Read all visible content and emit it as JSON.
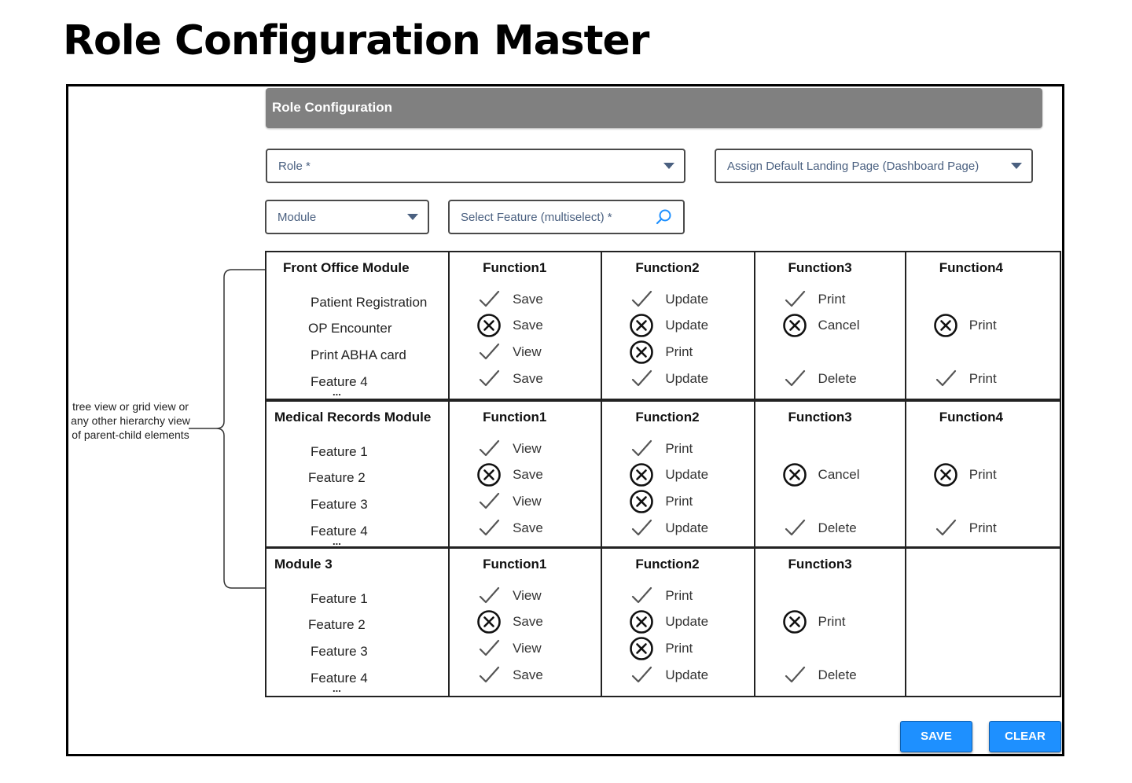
{
  "page_title": "Role Configuration Master",
  "header": {
    "title": "Role Configuration"
  },
  "form": {
    "role_placeholder": "Role *",
    "landing_page_placeholder": "Assign Default Landing Page (Dashboard Page)",
    "module_placeholder": "Module",
    "feature_placeholder": "Select Feature (multiselect) *"
  },
  "note": "tree view or grid view or any other hierarchy view of parent-child elements",
  "modules": [
    {
      "name": "Front Office Module",
      "features": [
        "Patient Registration",
        "OP Encounter",
        "Print ABHA card",
        "Feature 4"
      ],
      "more": "...",
      "functions": [
        {
          "header": "Function1",
          "cells": [
            {
              "icon": "check-icon",
              "label": "Save"
            },
            {
              "icon": "cross-circle-icon",
              "label": "Save"
            },
            {
              "icon": "check-icon",
              "label": "View"
            },
            {
              "icon": "check-icon",
              "label": "Save"
            }
          ]
        },
        {
          "header": "Function2",
          "cells": [
            {
              "icon": "check-icon",
              "label": "Update"
            },
            {
              "icon": "cross-circle-icon",
              "label": "Update"
            },
            {
              "icon": "cross-circle-icon",
              "label": "Print"
            },
            {
              "icon": "check-icon",
              "label": "Update"
            }
          ]
        },
        {
          "header": "Function3",
          "cells": [
            {
              "icon": "check-icon",
              "label": "Print"
            },
            {
              "icon": "cross-circle-icon",
              "label": "Cancel"
            },
            null,
            {
              "icon": "check-icon",
              "label": "Delete"
            }
          ]
        },
        {
          "header": "Function4",
          "cells": [
            null,
            {
              "icon": "cross-circle-icon",
              "label": "Print"
            },
            null,
            {
              "icon": "check-icon",
              "label": "Print"
            }
          ]
        }
      ]
    },
    {
      "name": "Medical Records Module",
      "features": [
        "Feature 1",
        "Feature 2",
        "Feature 3",
        "Feature 4"
      ],
      "more": "...",
      "functions": [
        {
          "header": "Function1",
          "cells": [
            {
              "icon": "check-icon",
              "label": "View"
            },
            {
              "icon": "cross-circle-icon",
              "label": "Save"
            },
            {
              "icon": "check-icon",
              "label": "View"
            },
            {
              "icon": "check-icon",
              "label": "Save"
            }
          ]
        },
        {
          "header": "Function2",
          "cells": [
            {
              "icon": "check-icon",
              "label": "Print"
            },
            {
              "icon": "cross-circle-icon",
              "label": "Update"
            },
            {
              "icon": "cross-circle-icon",
              "label": "Print"
            },
            {
              "icon": "check-icon",
              "label": "Update"
            }
          ]
        },
        {
          "header": "Function3",
          "cells": [
            null,
            {
              "icon": "cross-circle-icon",
              "label": "Cancel"
            },
            null,
            {
              "icon": "check-icon",
              "label": "Delete"
            }
          ]
        },
        {
          "header": "Function4",
          "cells": [
            null,
            {
              "icon": "cross-circle-icon",
              "label": "Print"
            },
            null,
            {
              "icon": "check-icon",
              "label": "Print"
            }
          ]
        }
      ]
    },
    {
      "name": "Module 3",
      "features": [
        "Feature 1",
        "Feature 2",
        "Feature 3",
        "Feature 4"
      ],
      "more": "...",
      "functions": [
        {
          "header": "Function1",
          "cells": [
            {
              "icon": "check-icon",
              "label": "View"
            },
            {
              "icon": "cross-circle-icon",
              "label": "Save"
            },
            {
              "icon": "check-icon",
              "label": "View"
            },
            {
              "icon": "check-icon",
              "label": "Save"
            }
          ]
        },
        {
          "header": "Function2",
          "cells": [
            {
              "icon": "check-icon",
              "label": "Print"
            },
            {
              "icon": "cross-circle-icon",
              "label": "Update"
            },
            {
              "icon": "cross-circle-icon",
              "label": "Print"
            },
            {
              "icon": "check-icon",
              "label": "Update"
            }
          ]
        },
        {
          "header": "Function3",
          "cells": [
            null,
            {
              "icon": "cross-circle-icon",
              "label": "Print"
            },
            null,
            {
              "icon": "check-icon",
              "label": "Delete"
            }
          ]
        },
        {
          "header": "",
          "cells": [
            null,
            null,
            null,
            null
          ]
        }
      ]
    }
  ],
  "buttons": {
    "save": "SAVE",
    "clear": "CLEAR"
  },
  "colors": {
    "header_bg": "#808080",
    "button_bg": "#1e90ff",
    "field_text": "#4a6080"
  }
}
